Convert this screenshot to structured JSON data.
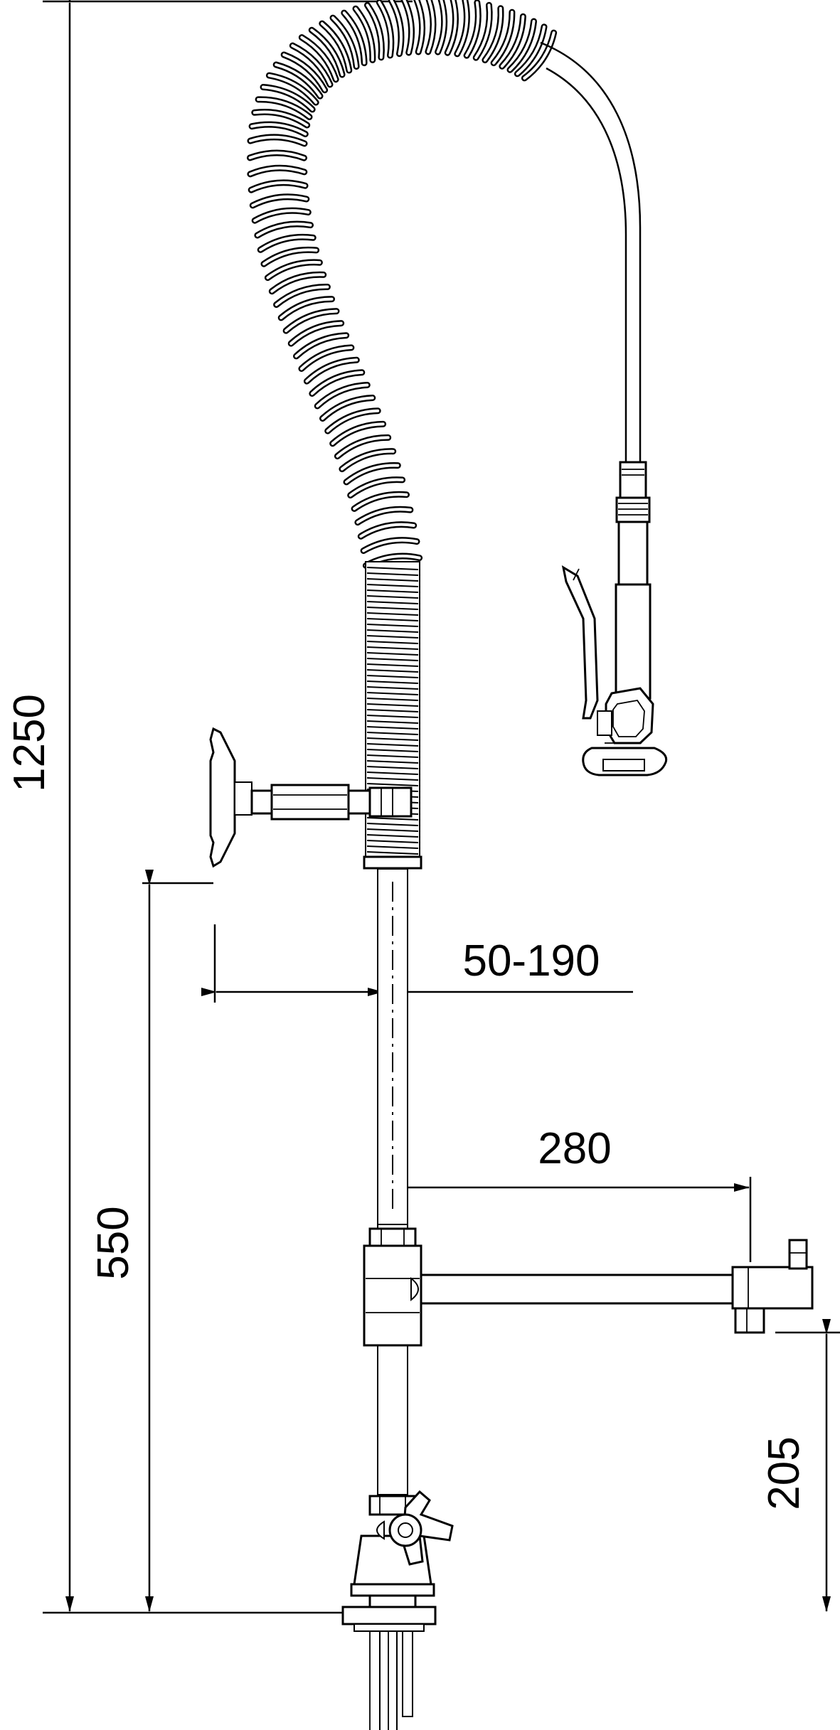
{
  "dimensions": {
    "total_height": "1250",
    "mount_height": "550",
    "wall_offset": "50-190",
    "arm_reach": "280",
    "spout_height": "205"
  }
}
